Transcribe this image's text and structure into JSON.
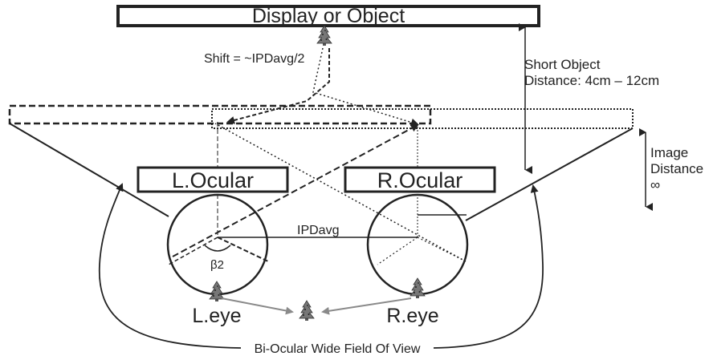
{
  "display_label": "Display or Object",
  "shift_label": "Shift = ~IPDavg/2",
  "short_object_distance": [
    "Short Object",
    "Distance: 4cm – 12cm"
  ],
  "image_distance": [
    "Image",
    "Distance",
    "∞"
  ],
  "left_ocular_label": "L.Ocular",
  "right_ocular_label": "R.Ocular",
  "ipd_label": "IPDavg",
  "beta_label": "β2",
  "left_eye_label": "L.eye",
  "right_eye_label": "R.eye",
  "fov_label": "Bi-Ocular Wide Field Of View",
  "icons": [
    "tree-icon"
  ],
  "colors": {
    "line": "#222222",
    "gray_arrow": "#8a8a8a",
    "tree": "#555555"
  }
}
